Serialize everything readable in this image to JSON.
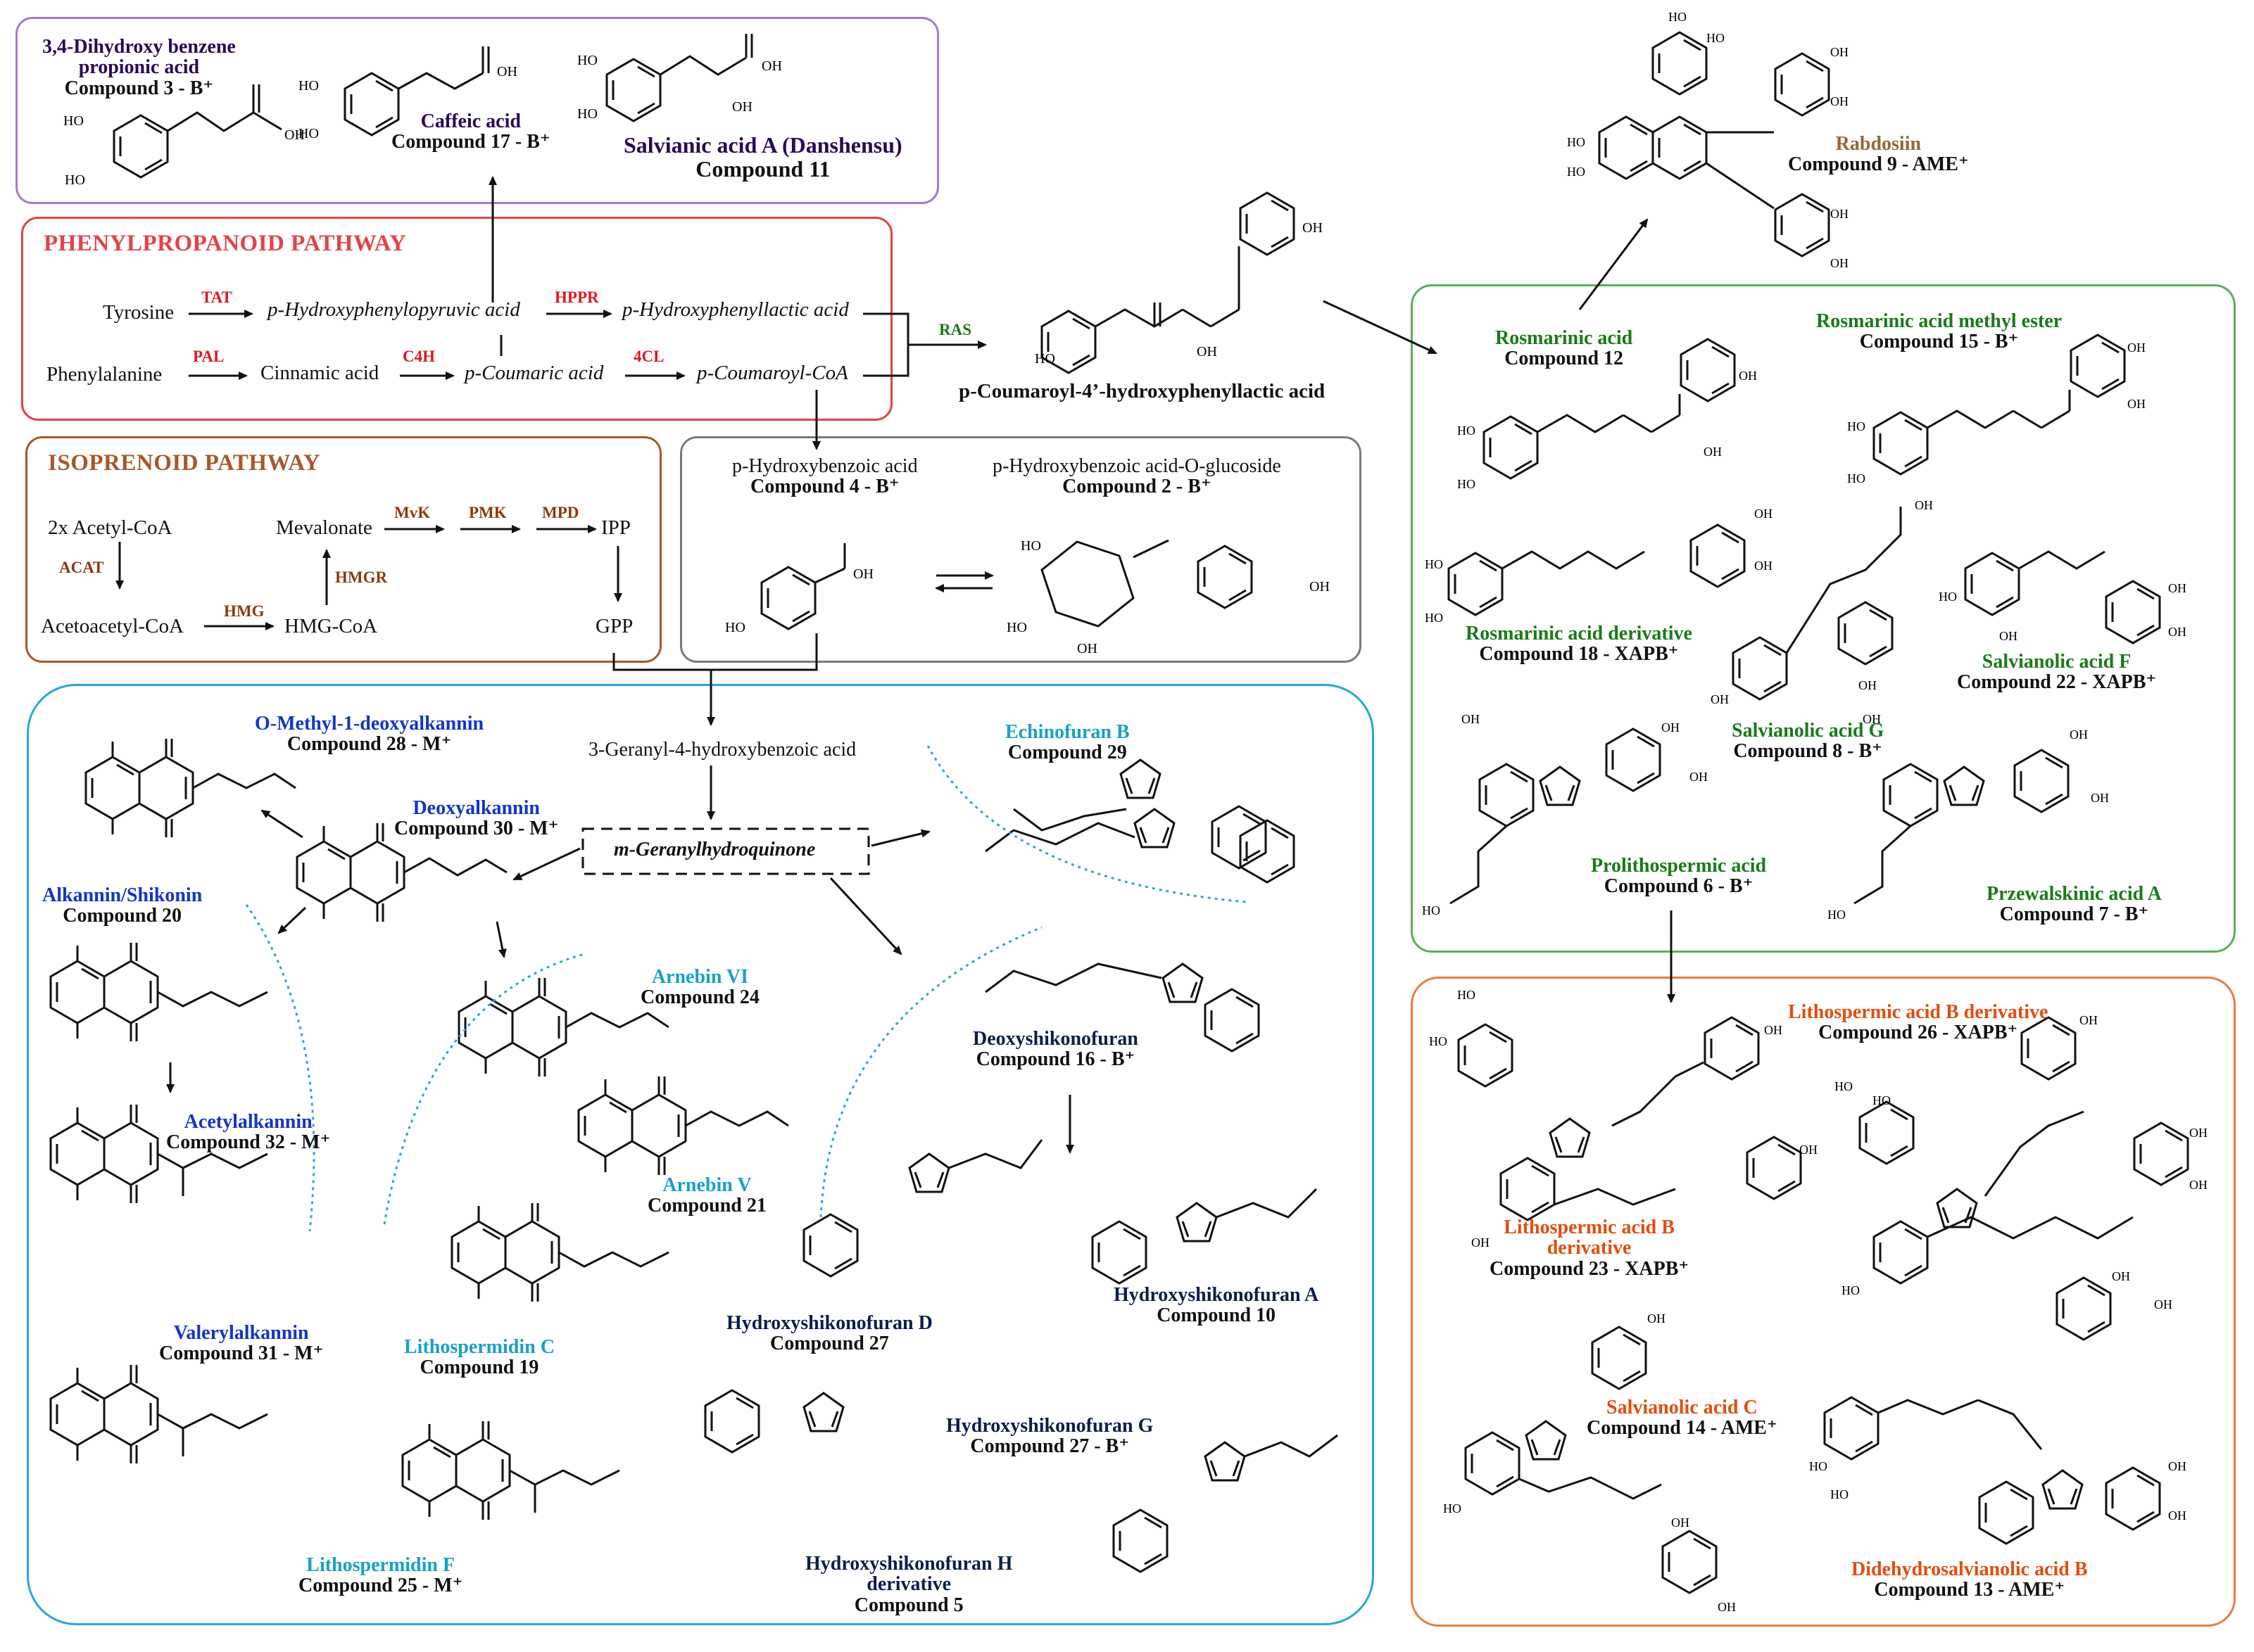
{
  "colors": {
    "purple_box": "#a57bcc",
    "red_box": "#e2434a",
    "brown_box": "#a8582a",
    "gray_box": "#7a7a7a",
    "blue_box": "#2aa6d9",
    "green_box": "#56b256",
    "orange_box": "#ea7a3b",
    "enzyme_red": "#d81b23",
    "enzyme_brown": "#8b3a0e",
    "name_green": "#1a7a1a",
    "name_blue": "#1535c4",
    "name_cyan": "#1aa0c8",
    "name_navy": "#0b1f4d",
    "name_orange": "#e04e10",
    "name_brown": "#8f6a3a",
    "name_darkpurple": "#2b0a55"
  },
  "titles": {
    "phenylpropanoid": "PHENYLPROPANOID PATHWAY",
    "isoprenoid": "ISOPRENOID PATHWAY"
  },
  "phenyl": {
    "tyrosine": "Tyrosine",
    "hppa": "p-Hydroxyphenylopyruvic acid",
    "hpla": "p-Hydroxyphenyllactic acid",
    "phenylalanine": "Phenylalanine",
    "cinnamic": "Cinnamic acid",
    "coumaric": "p-Coumaric acid",
    "coumaroyl_coa": "p-Coumaroyl-CoA",
    "product": "p-Coumaroyl-4’-hydroxyphenyllactic acid",
    "enzymes": {
      "tat": "TAT",
      "hppr": "HPPR",
      "pal": "PAL",
      "c4h": "C4H",
      "cl4": "4CL",
      "ras": "RAS"
    }
  },
  "iso": {
    "acetyl": "2x Acetyl-CoA",
    "mevalonate": "Mevalonate",
    "ipp": "IPP",
    "acetoacetyl": "Acetoacetyl-CoA",
    "hmgcoa": "HMG-CoA",
    "gpp": "GPP",
    "enzymes": {
      "mvk": "MvK",
      "pmk": "PMK",
      "mpd": "MPD",
      "acat": "ACAT",
      "hmg": "HMG",
      "hmgr": "HMGR"
    }
  },
  "center": {
    "geranyl_hba": "3-Geranyl-4-hydroxybenzoic acid",
    "gh": "m-Geranylhydroquinone"
  },
  "compounds": {
    "c3": {
      "name": "3,4-Dihydroxy benzene propionic acid",
      "name1": "3,4-Dihydroxy benzene",
      "name2": "propionic acid",
      "id": "Compound 3 - B⁺"
    },
    "c17": {
      "name": "Caffeic acid",
      "id": "Compound 17 - B⁺"
    },
    "c11": {
      "name": "Salvianic acid A (Danshensu)",
      "id": "Compound 11"
    },
    "c9": {
      "name": "Rabdosiin",
      "id": "Compound 9 - AME⁺"
    },
    "c4": {
      "name": "p-Hydroxybenzoic acid",
      "id": "Compound 4 - B⁺"
    },
    "c2": {
      "name": "p-Hydroxybenzoic acid-O-glucoside",
      "id": "Compound 2 - B⁺"
    },
    "c12": {
      "name": "Rosmarinic acid",
      "id": "Compound 12"
    },
    "c15": {
      "name": "Rosmarinic acid methyl ester",
      "id": "Compound 15 - B⁺"
    },
    "c18": {
      "name": "Rosmarinic acid derivative",
      "id": "Compound 18 - XAPB⁺"
    },
    "c22": {
      "name": "Salvianolic acid F",
      "id": "Compound 22 - XAPB⁺"
    },
    "c8": {
      "name": "Salvianolic acid G",
      "id": "Compound 8 - B⁺"
    },
    "c6": {
      "name": "Prolithospermic acid",
      "id": "Compound 6 - B⁺"
    },
    "c7": {
      "name": "Przewalskinic acid A",
      "id": "Compound 7 - B⁺"
    },
    "c28": {
      "name": "O-Methyl-1-deoxyalkannin",
      "id": "Compound 28 - M⁺"
    },
    "c30": {
      "name": "Deoxyalkannin",
      "id": "Compound 30 - M⁺"
    },
    "c29": {
      "name": "Echinofuran B",
      "id": "Compound 29"
    },
    "c20": {
      "name": "Alkannin/Shikonin",
      "id": "Compound 20"
    },
    "c24": {
      "name": "Arnebin VI",
      "id": "Compound 24"
    },
    "c16": {
      "name": "Deoxyshikonofuran",
      "id": "Compound 16 - B⁺"
    },
    "c32": {
      "name": "Acetylalkannin",
      "id": "Compound 32 - M⁺"
    },
    "c21": {
      "name": "Arnebin V",
      "id": "Compound 21"
    },
    "c10": {
      "name": "Hydroxyshikonofuran A",
      "id": "Compound 10"
    },
    "c27a": {
      "name": "Hydroxyshikonofuran D",
      "id": "Compound 27"
    },
    "c19": {
      "name": "Lithospermidin C",
      "id": "Compound 19"
    },
    "c31": {
      "name": "Valerylalkannin",
      "id": "Compound 31 - M⁺"
    },
    "c27b": {
      "name": "Hydroxyshikonofuran G",
      "id": "Compound 27 - B⁺"
    },
    "c25": {
      "name": "Lithospermidin F",
      "id": "Compound 25 - M⁺"
    },
    "c5": {
      "name": "Hydroxyshikonofuran H derivative",
      "name1": "Hydroxyshikonofuran H",
      "name2": "derivative",
      "id": "Compound 5"
    },
    "c26": {
      "name": "Lithospermic acid B derivative",
      "id": "Compound 26 - XAPB⁺"
    },
    "c23": {
      "name": "Lithospermic acid B derivative",
      "name1": "Lithospermic acid B",
      "name2": "derivative",
      "id": "Compound 23 - XAPB⁺"
    },
    "c14": {
      "name": "Salvianolic acid C",
      "id": "Compound 14 - AME⁺"
    },
    "c13": {
      "name": "Didehydrosalvianolic acid B",
      "id": "Compound 13 - AME⁺"
    }
  }
}
